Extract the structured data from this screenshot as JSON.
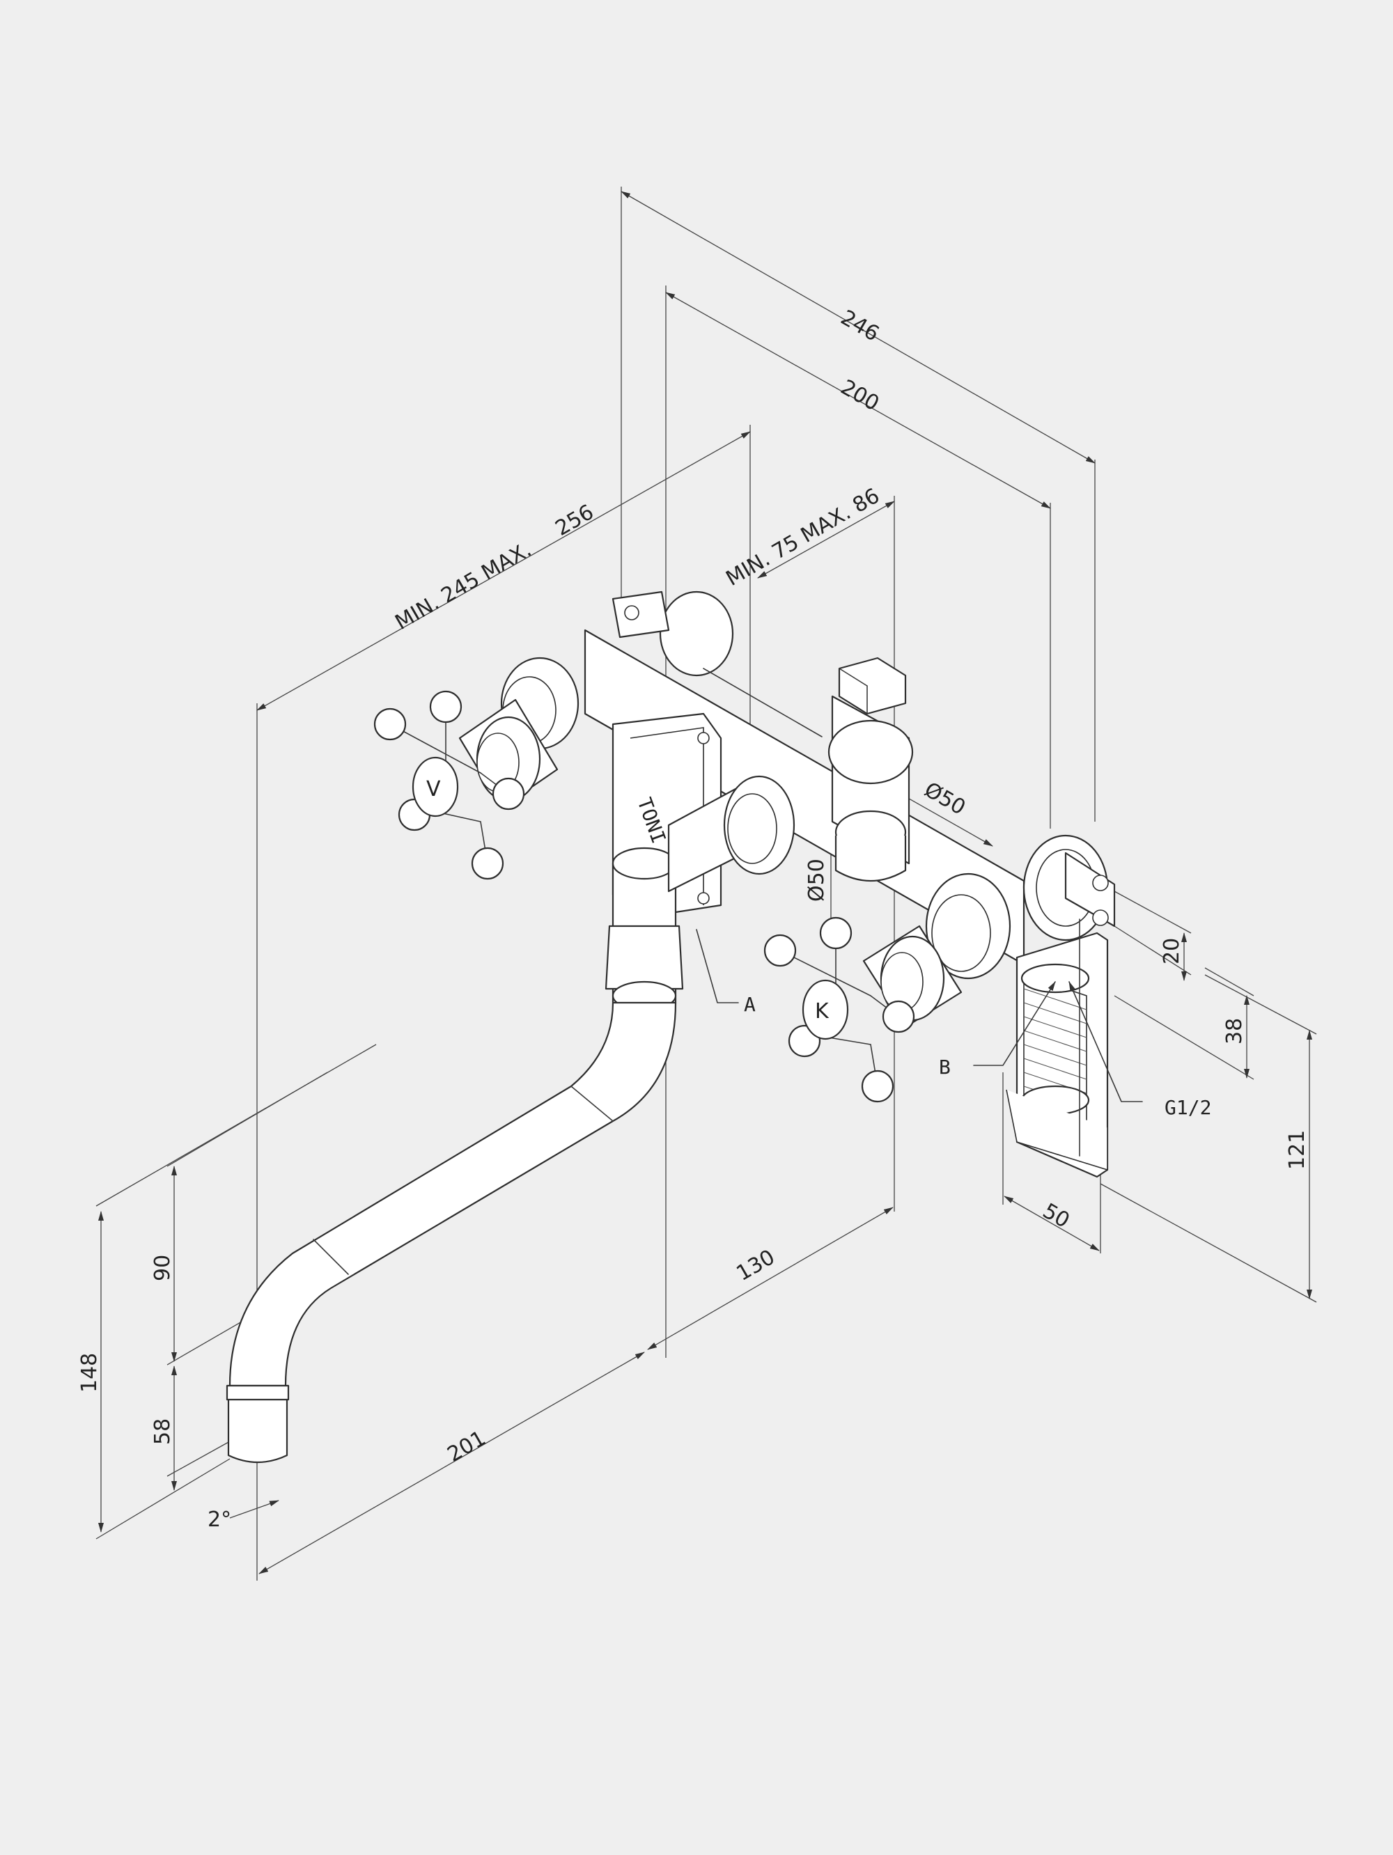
{
  "diagram": {
    "background": "#efefef",
    "line_color": "#333333",
    "centerline_color": "#b98c8c",
    "dimensions": {
      "overall_depth": "246",
      "wall_depth": "200",
      "spout_projection_range": "MIN. 245 MAX.",
      "spout_projection_max": "256",
      "valve_spacing_range": "MIN.  75  MAX. 86",
      "diameter_top": "Ø50",
      "diameter_side": "Ø50",
      "bracket_offset": "20",
      "bracket_height": "38",
      "bracket_total": "121",
      "bracket_width": "50",
      "spout_height_upper": "90",
      "spout_height_lower": "58",
      "spout_height_total": "148",
      "spout_length": "201",
      "spout_to_body": "130",
      "spout_angle": "2°"
    },
    "callouts": {
      "a": "A",
      "b": "B",
      "thread": "G1/2"
    },
    "handle_marks": {
      "left": "V",
      "right": "K"
    }
  }
}
